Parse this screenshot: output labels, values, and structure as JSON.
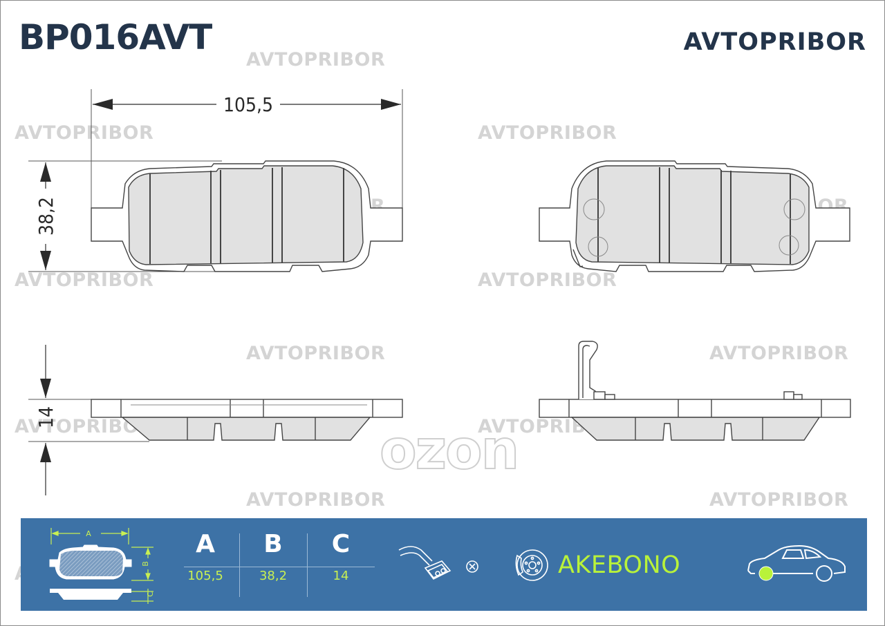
{
  "header": {
    "part_number": "BP016AVT",
    "brand": "AVTOPRIBOR"
  },
  "watermark": {
    "text": "AVTOPRIBOR",
    "secondary_text": "ozon"
  },
  "drawing": {
    "dim_width": "105,5",
    "dim_height": "38,2",
    "dim_thickness": "14"
  },
  "info_panel": {
    "mini_labels": {
      "a": "A",
      "b": "B",
      "c": "C"
    },
    "columns": [
      {
        "header": "A",
        "value": "105,5"
      },
      {
        "header": "B",
        "value": "38,2"
      },
      {
        "header": "C",
        "value": "14"
      }
    ],
    "sensor_icon": "wear-sensor-none-icon",
    "manufacturer_icon": "brake-disc-icon",
    "manufacturer": "AKEBONO",
    "axle_icon": "car-rear-axle-icon"
  },
  "colors": {
    "brand_dark": "#23344a",
    "panel_blue": "#3d72a6",
    "accent_green": "#b9f23a",
    "pad_fill": "#e1e1e1",
    "watermark": "#d4d4d4"
  }
}
